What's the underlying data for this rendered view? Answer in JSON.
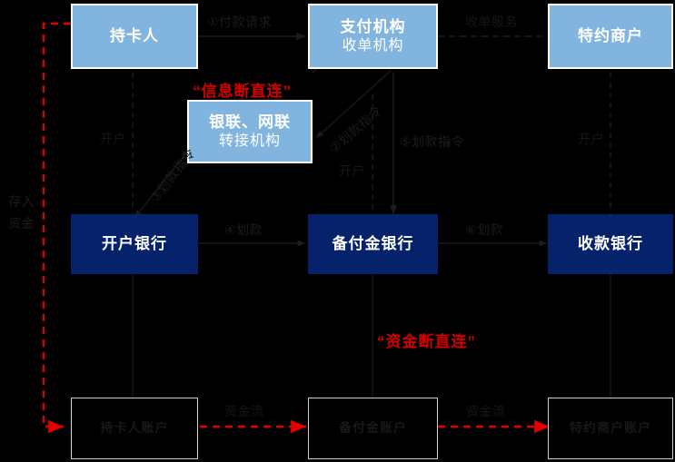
{
  "diagram": {
    "title_notes": [
      "“信息断直连”",
      "“资金断直连”"
    ],
    "colors": {
      "background": "#000000",
      "blue_box": "#82b4e0",
      "navy_box": "#06226b",
      "red_accent": "#d40000",
      "line_dark": "#1c1c1c",
      "box_outline": "#cfcfcf"
    },
    "boxes": [
      {
        "id": "cardholder",
        "label": "持卡人",
        "sub": "",
        "style": "blue"
      },
      {
        "id": "payment-institution",
        "label": "支付机构",
        "sub": "收单机构",
        "style": "blue"
      },
      {
        "id": "merchant",
        "label": "特约商户",
        "sub": "",
        "style": "blue"
      },
      {
        "id": "clearing-network",
        "label": "银联、网联",
        "sub": "转接机构",
        "style": "blue"
      },
      {
        "id": "account-bank",
        "label": "开户银行",
        "sub": "",
        "style": "navy"
      },
      {
        "id": "reserve-bank",
        "label": "备付金银行",
        "sub": "",
        "style": "navy"
      },
      {
        "id": "receiving-bank",
        "label": "收款银行",
        "sub": "",
        "style": "navy"
      },
      {
        "id": "cardholder-account",
        "label": "持卡人账户",
        "sub": "",
        "style": "dark"
      },
      {
        "id": "reserve-account",
        "label": "备付金账户",
        "sub": "",
        "style": "dark"
      },
      {
        "id": "merchant-account",
        "label": "特约商户账户",
        "sub": "",
        "style": "dark"
      }
    ],
    "edge_labels": {
      "payment_request": "①付款请求",
      "acquiring_service": "收单服务",
      "transfer_order_2": "②划款指令",
      "transfer_order_3": "③划款指令",
      "transfer_order_5": "⑤划款指令",
      "transfer_4": "④划款",
      "transfer_6": "⑥划款",
      "open_account_left": "开户",
      "open_account_mid": "开户",
      "open_account_right": "开户",
      "deposit_funds": "存入\n资金",
      "deposit_funds_line1": "存入",
      "deposit_funds_line2": "资金",
      "fund_flow_left": "资金流",
      "fund_flow_right": "资金流"
    },
    "annotations": {
      "info_disconnect": "“信息断直连”",
      "fund_disconnect": "“资金断直连”"
    }
  }
}
